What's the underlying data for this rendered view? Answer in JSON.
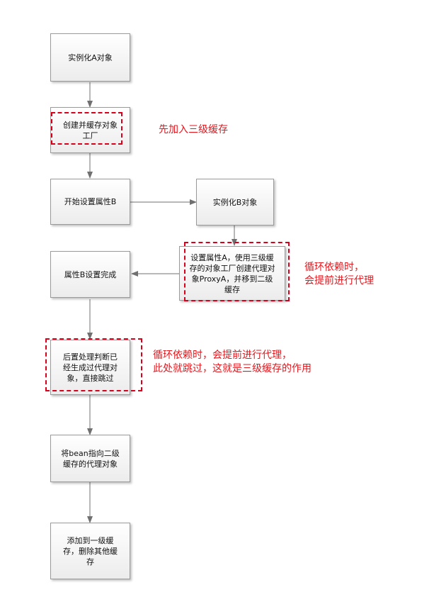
{
  "nodes": {
    "instantiate_a": "实例化A对象",
    "create_cache_factory": "创建并缓存对象\n工厂",
    "set_property_b": "开始设置属性B",
    "instantiate_b": "实例化B对象",
    "set_property_a": "设置属性A，使用三级缓\n存的对象工厂创建代理对\n象ProxyA，并移到二级\n缓存",
    "property_b_done": "属性B设置完成",
    "post_process_check": "后置处理判断已\n经生成过代理对\n象，直接跳过",
    "point_bean_to_proxy": "将bean指向二级\n缓存的代理对象",
    "add_to_level1": "添加到一级缓\n存，删除其他缓\n存"
  },
  "notes": {
    "add_level3_first": "先加入三级缓存",
    "circular_proxy_early": "循环依赖时，\n会提前进行代理",
    "circular_skip_explain": "循环依赖时，会提前进行代理，\n此处就跳过，这就是三级缓存的作用"
  },
  "colors": {
    "accent_red": "#e0191f",
    "dash_red": "#d9001b",
    "box_border": "#9a9a9a",
    "arrow": "#707070"
  }
}
